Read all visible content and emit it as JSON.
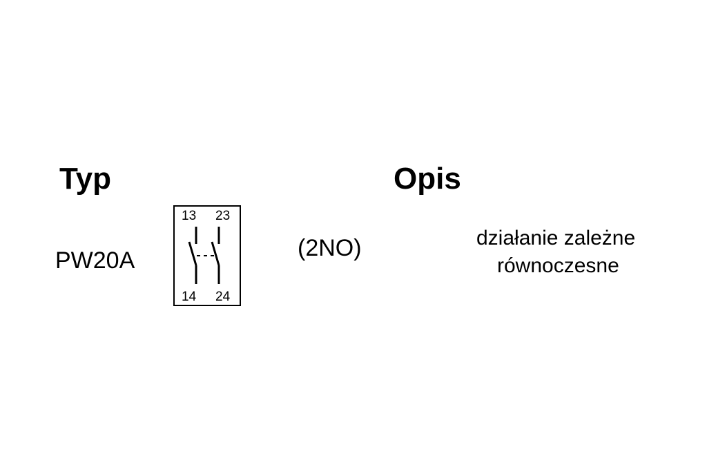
{
  "headers": {
    "type": "Typ",
    "description": "Opis"
  },
  "row": {
    "model": "PW20A",
    "contacts": "(2NO)",
    "description_line1": "działanie zależne",
    "description_line2": "równoczesne",
    "terminals": {
      "top_left": "13",
      "top_right": "23",
      "bottom_left": "14",
      "bottom_right": "24"
    }
  }
}
